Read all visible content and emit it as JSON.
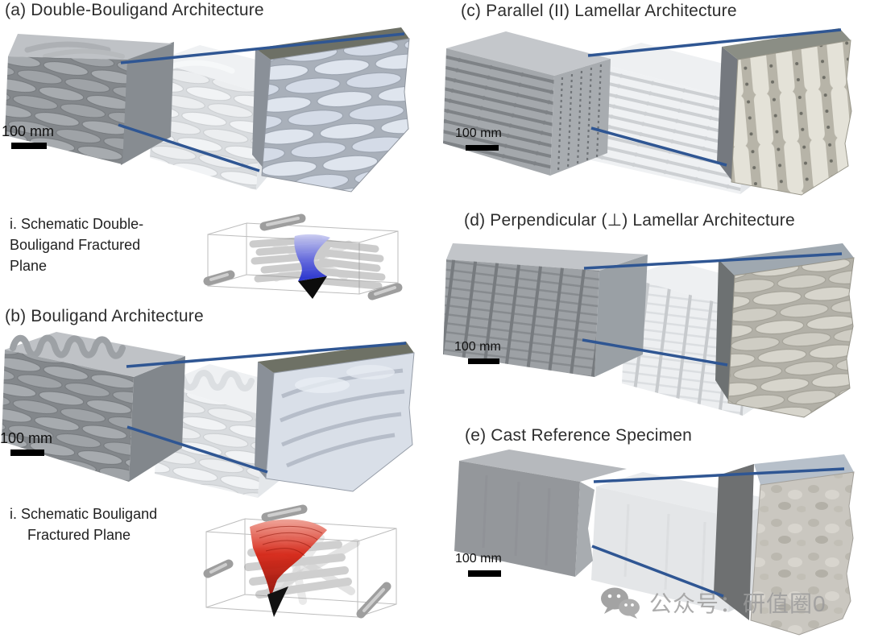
{
  "figure": {
    "panels": {
      "a": {
        "title": "(a) Double-Bouligand Architecture",
        "scale_bar_label": "100 mm",
        "inset_label_lines": [
          "i. Schematic Double-",
          "Bouligand Fractured",
          "Plane"
        ]
      },
      "b": {
        "title": "(b) Bouligand Architecture",
        "scale_bar_label": "100 mm",
        "inset_label_lines": [
          "i. Schematic Bouligand",
          "Fractured Plane"
        ]
      },
      "c": {
        "title": "(c) Parallel (II) Lamellar Architecture",
        "scale_bar_label": "100 mm"
      },
      "d": {
        "title": "(d) Perpendicular (⊥) Lamellar Architecture",
        "scale_bar_label": "100 mm"
      },
      "e": {
        "title": "(e) Cast Reference Specimen",
        "scale_bar_label": "100 mm"
      }
    },
    "watermark": {
      "text": "公众号：研值圈0",
      "icon": "wechat-icon"
    },
    "colors": {
      "zoom_line": "#2f5693",
      "scale_bar": "#000000",
      "double_bouligand_fracture_plane": "#2a35d0",
      "bouligand_fracture_plane": "#d62414"
    }
  }
}
